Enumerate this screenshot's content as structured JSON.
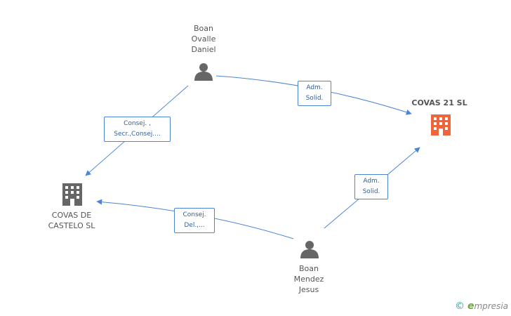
{
  "nodes": {
    "boan_ovalle": {
      "lines": [
        "Boan",
        "Ovalle",
        "Daniel"
      ],
      "icon": "person-icon",
      "color": "#666666"
    },
    "covas21": {
      "lines": [
        "COVAS 21 SL"
      ],
      "icon": "building-icon",
      "color": "#f0643c"
    },
    "covas_castelo": {
      "lines": [
        "COVAS DE",
        "CASTELO  SL"
      ],
      "icon": "building-icon",
      "color": "#666666"
    },
    "boan_mendez": {
      "lines": [
        "Boan",
        "Mendez",
        "Jesus"
      ],
      "icon": "person-icon",
      "color": "#666666"
    }
  },
  "edges": {
    "ovalle_covas21": {
      "lines": [
        "Adm.",
        "Solid."
      ]
    },
    "ovalle_castelo": {
      "lines": [
        "Consej. ,",
        "Secr.,Consej...."
      ]
    },
    "mendez_castelo": {
      "lines": [
        "Consej.",
        "Del.,..."
      ]
    },
    "mendez_covas21": {
      "lines": [
        "Adm.",
        "Solid."
      ]
    }
  },
  "colors": {
    "edge": "#4a86d4",
    "person": "#666666",
    "company": "#666666",
    "focus_company": "#f0643c"
  },
  "brand": {
    "copyright": "©",
    "e_letter": "e",
    "rest": "mpresia"
  }
}
